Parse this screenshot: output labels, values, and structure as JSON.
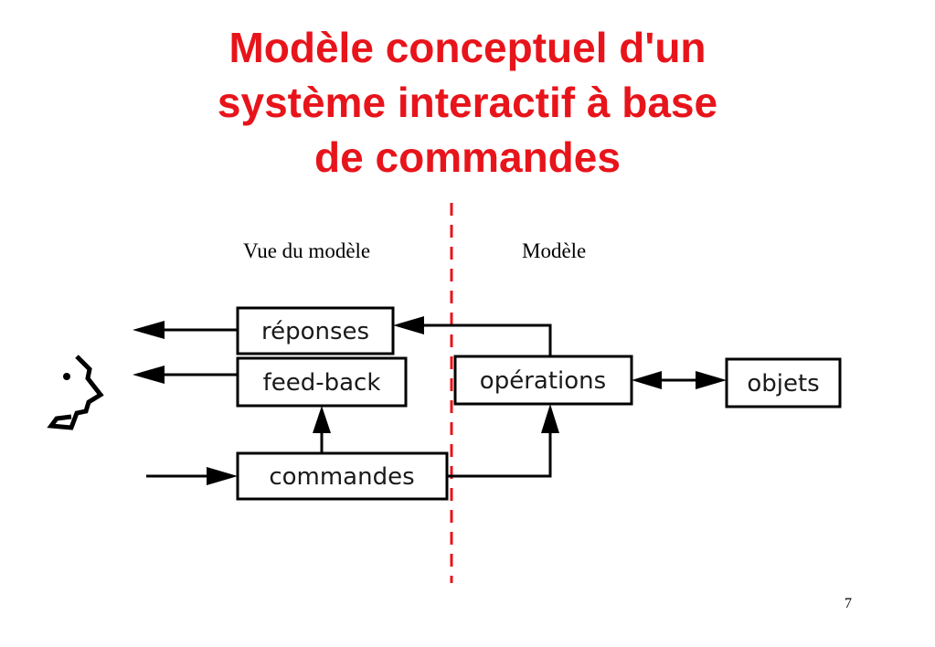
{
  "title": {
    "lines": [
      "Modèle conceptuel d'un",
      "système interactif à base",
      "de commandes"
    ]
  },
  "labels": {
    "view": "Vue du modèle",
    "model": "Modèle"
  },
  "boxes": {
    "reponses": "réponses",
    "feedback": "feed-back",
    "commandes": "commandes",
    "operations": "opérations",
    "objets": "objets"
  },
  "page_number": "7",
  "colors": {
    "title": "#e8141b",
    "divider": "#e8141b",
    "stroke": "#000000"
  },
  "icons": {
    "user": "user-face-profile-icon"
  }
}
